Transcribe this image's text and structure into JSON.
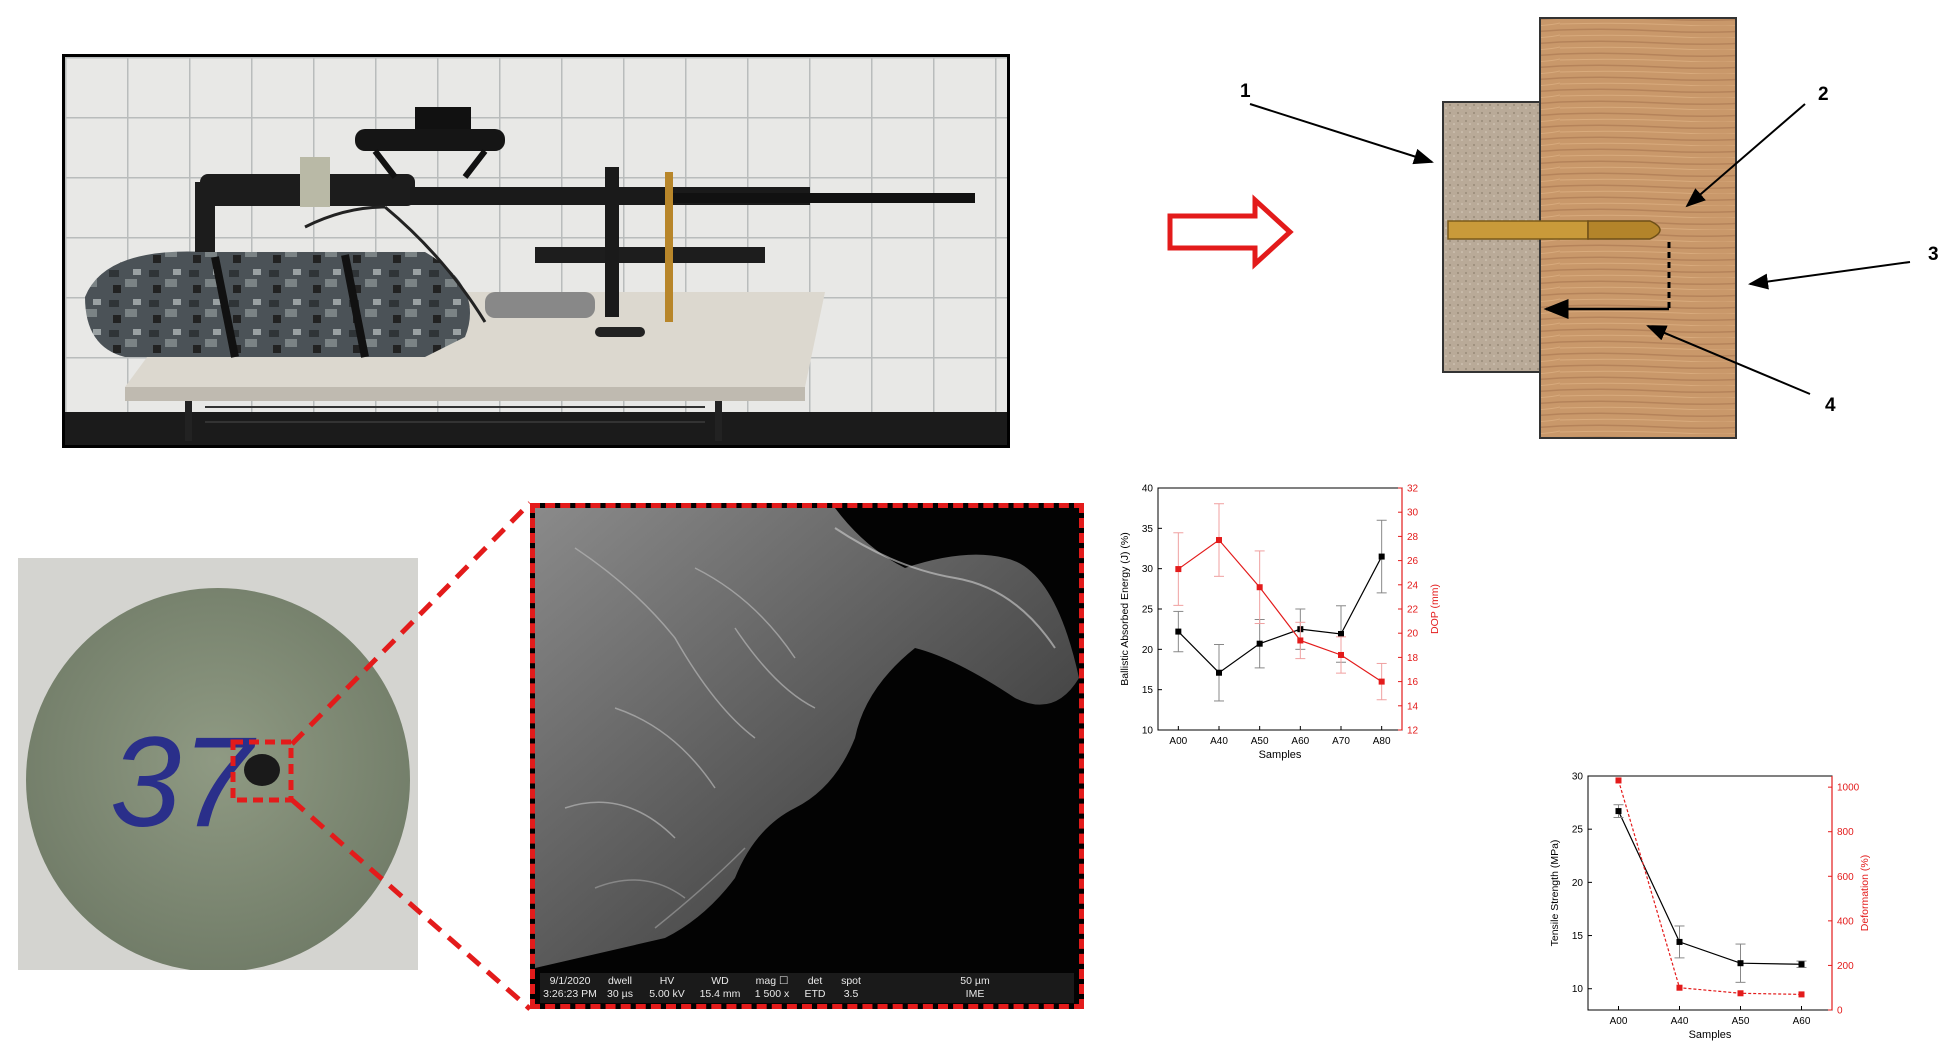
{
  "diagram": {
    "labels": [
      "1",
      "2",
      "3",
      "4"
    ],
    "colors": {
      "arrow": "#e31b1b",
      "wood": "#c9986a",
      "ceramic": "#b9aa98",
      "bullet": "#c99a3a"
    }
  },
  "sample_photo": {
    "label": "37"
  },
  "sem": {
    "date_time": [
      "9/1/2020",
      "3:26:23 PM"
    ],
    "dwell": [
      "dwell",
      "30 µs"
    ],
    "hv": [
      "HV",
      "5.00 kV"
    ],
    "wd": [
      "WD",
      "15.4 mm"
    ],
    "mag": [
      "mag ☐",
      "1 500 x"
    ],
    "det": [
      "det",
      "ETD"
    ],
    "spot": [
      "spot",
      "3.5"
    ],
    "scale": [
      "50 µm",
      "IME"
    ]
  },
  "chart_data": [
    {
      "type": "line",
      "categories": [
        "A00",
        "A40",
        "A50",
        "A60",
        "A70",
        "A80"
      ],
      "xlabel": "Samples",
      "ylabel": "Ballistic Absorbed Energy (J) (%)",
      "y2label": "DOP (mm)",
      "ylim": [
        10,
        40
      ],
      "y2lim": [
        12,
        32
      ],
      "yticks": [
        10,
        15,
        20,
        25,
        30,
        35,
        40
      ],
      "y2ticks": [
        12,
        14,
        16,
        18,
        20,
        22,
        24,
        26,
        28,
        30,
        32
      ],
      "series": [
        {
          "axis": "left",
          "color": "#000000",
          "values": [
            22.2,
            17.1,
            20.7,
            22.5,
            21.9,
            31.5
          ],
          "err": [
            2.5,
            3.5,
            3,
            2.5,
            3.5,
            4.5
          ]
        },
        {
          "axis": "right",
          "color": "#e31b1b",
          "values": [
            25.3,
            27.7,
            23.8,
            19.4,
            18.2,
            16.0
          ],
          "err": [
            3,
            3,
            3,
            1.5,
            1.5,
            1.5
          ]
        }
      ]
    },
    {
      "type": "line",
      "categories": [
        "A00",
        "A40",
        "A50",
        "A60"
      ],
      "xlabel": "Samples",
      "ylabel": "Tensile Strength (MPa)",
      "y2label": "Deformation (%)",
      "ylim": [
        8,
        30
      ],
      "y2lim": [
        0,
        1050
      ],
      "yticks": [
        10,
        15,
        20,
        25,
        30
      ],
      "y2ticks": [
        0,
        200,
        400,
        600,
        800,
        1000
      ],
      "series": [
        {
          "axis": "left",
          "color": "#000000",
          "values": [
            26.7,
            14.4,
            12.4,
            12.3
          ],
          "err": [
            0.6,
            1.5,
            1.8,
            0.3
          ]
        },
        {
          "axis": "right",
          "color": "#e31b1b",
          "values": [
            1030,
            100,
            75,
            70
          ],
          "err": [
            0,
            0,
            0,
            0
          ]
        }
      ]
    }
  ]
}
